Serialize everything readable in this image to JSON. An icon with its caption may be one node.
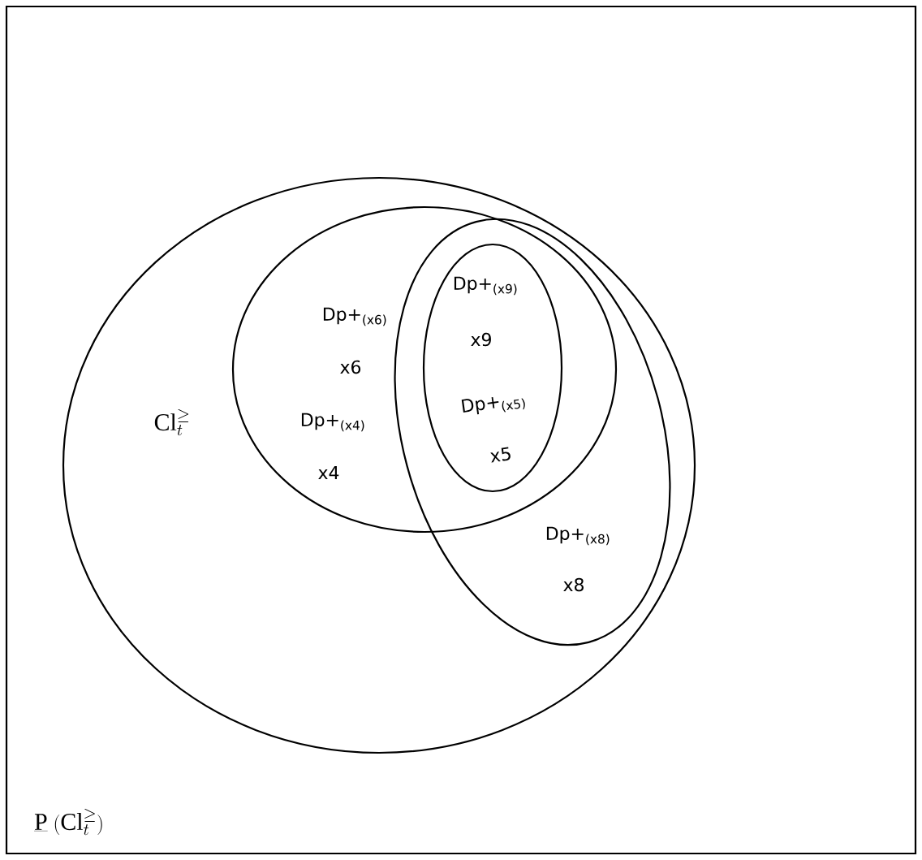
{
  "diagram": {
    "nodes": [
      {
        "text": [
          "\\underline{\\mathrm{P}}\\;(\\mathrm{Cl}_t^{\\geq})"
        ]
      },
      {
        "text": [
          "\\mathrm{Cl}_t^{\\geq}"
        ],
        "in": 0
      },
      {
        "text": [
          "Dp+$_{(x6)}$",
          "x6",
          "Dp+$_{(x4)}$",
          "x4"
        ],
        "in": 1
      },
      {
        "text": [
          "Dp+$_{(x8)}$",
          "x8"
        ],
        "in": 1
      },
      {
        "text": [
          "Dp+$_{(x9)}$",
          "x9",
          "Dp+$_{(x5)}$",
          "x5"
        ]
      }
    ]
  }
}
